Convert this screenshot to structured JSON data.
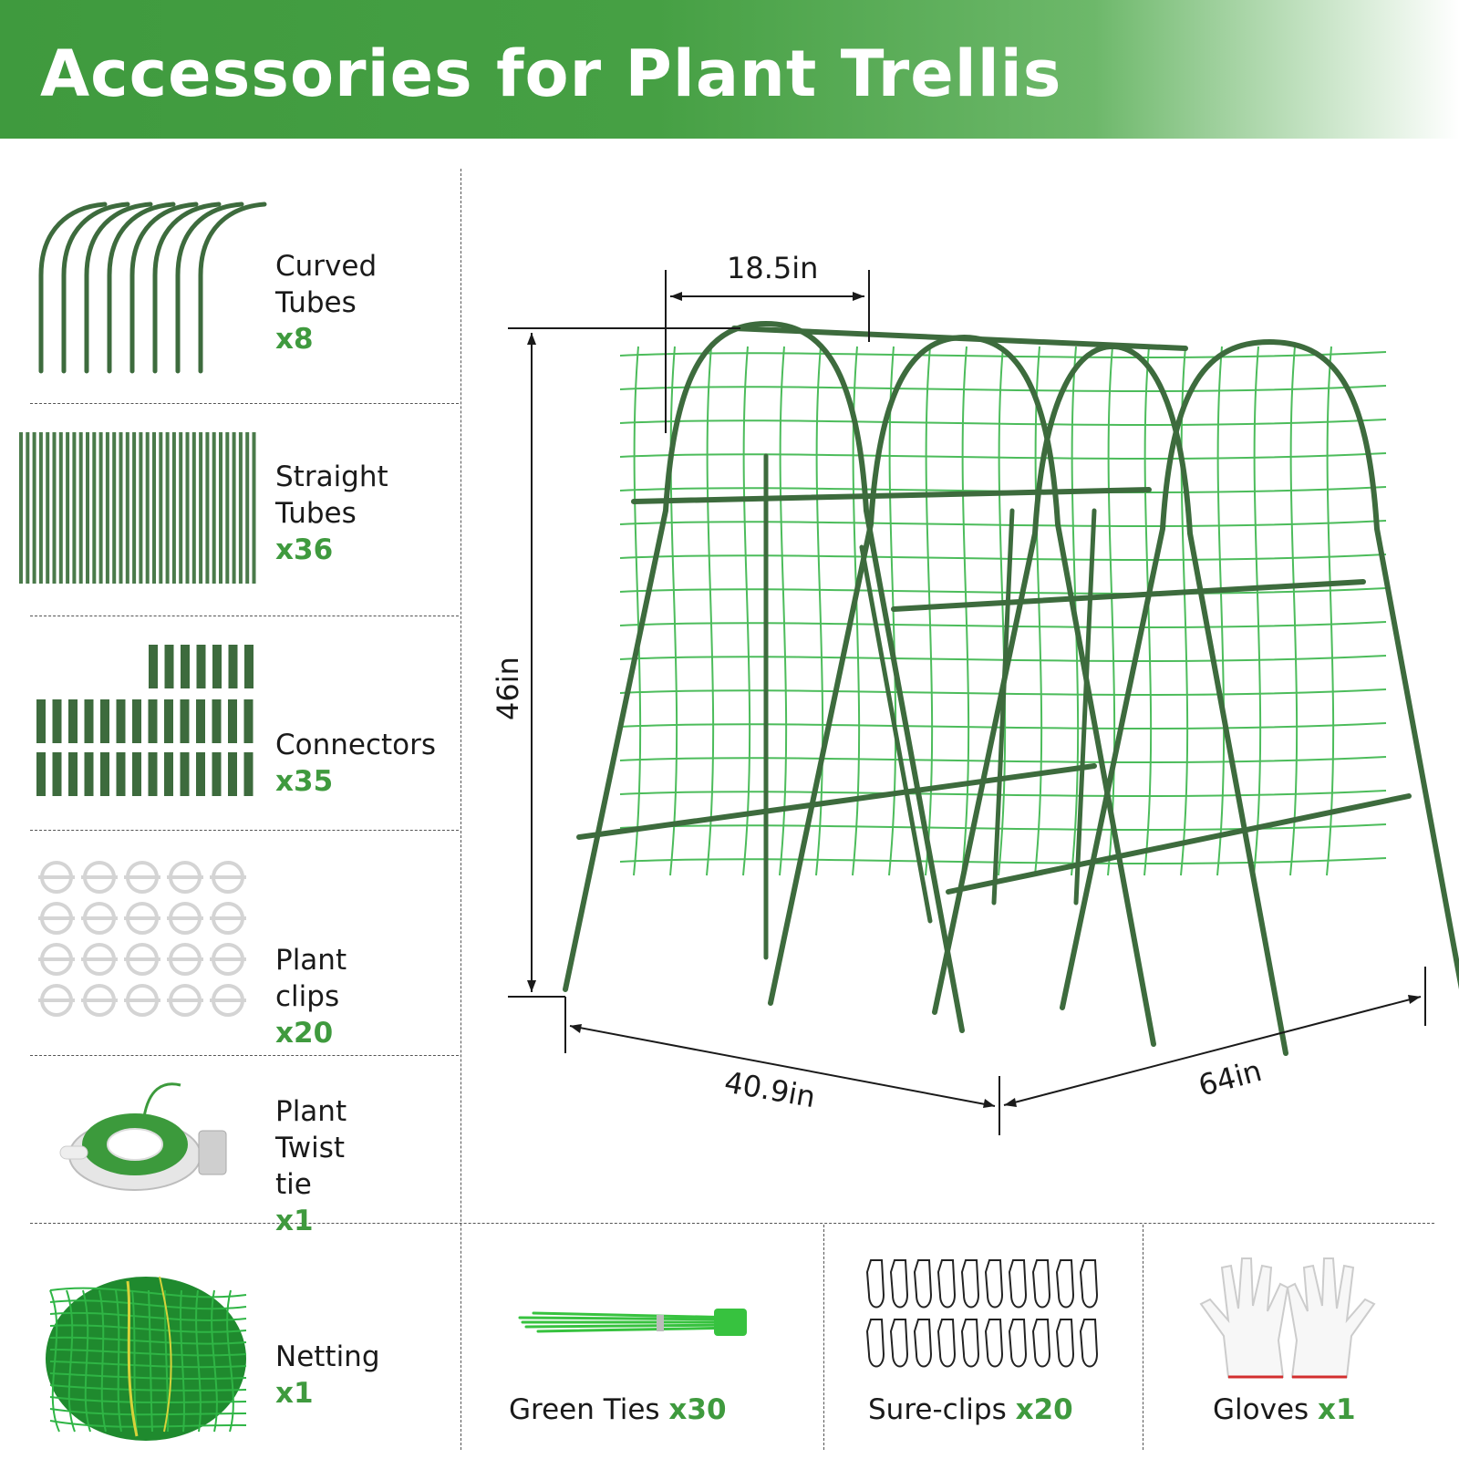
{
  "header": {
    "title": "Accessories for Plant Trellis"
  },
  "items": [
    {
      "name": "Curved Tubes",
      "lines": [
        "Curved",
        "Tubes"
      ],
      "qty": "x8"
    },
    {
      "name": "Straight Tubes",
      "lines": [
        "Straight",
        "Tubes"
      ],
      "qty": "x36"
    },
    {
      "name": "Connectors",
      "lines": [
        "Connectors"
      ],
      "qty": "x35"
    },
    {
      "name": "Plant clips",
      "lines": [
        "Plant clips"
      ],
      "qty": "x20"
    },
    {
      "name": "Plant Twist tie",
      "lines": [
        "Plant Twist",
        "tie"
      ],
      "qty": "x1"
    },
    {
      "name": "Netting",
      "lines": [
        "Netting"
      ],
      "qty": "x1"
    }
  ],
  "bottom": [
    {
      "name": "Green Ties",
      "qty": "x30"
    },
    {
      "name": "Sure-clips",
      "qty": "x20"
    },
    {
      "name": "Gloves",
      "qty": "x1"
    }
  ],
  "dimensions": {
    "top_width": "18.5in",
    "height": "46in",
    "front_width": "40.9in",
    "length": "64in"
  },
  "colors": {
    "accent": "#3f9a3e",
    "tube": "#3d6b3d",
    "net": "#39b54a"
  }
}
